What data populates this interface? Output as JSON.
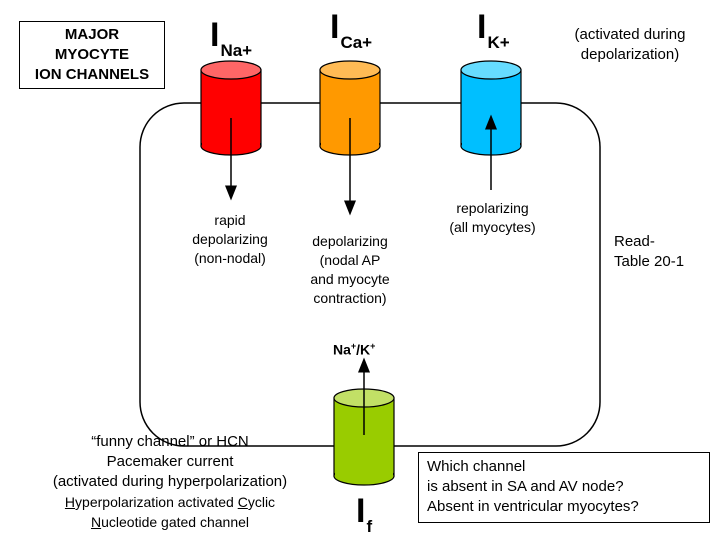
{
  "title_box": {
    "lines": [
      "MAJOR",
      "MYOCYTE",
      "ION CHANNELS"
    ]
  },
  "channels": {
    "na": {
      "label": "I",
      "subscript": "Na+",
      "color": "#ff0000",
      "caption": "rapid\ndepolarizing\n(non-nodal)"
    },
    "ca": {
      "label": "I",
      "subscript": "Ca+",
      "color": "#ff9900",
      "caption": "depolarizing\n(nodal AP\nand myocyte\ncontraction)"
    },
    "k": {
      "label": "I",
      "subscript": "K+",
      "color": "#00bfff",
      "caption": "repolarizing\n(all myocytes)"
    },
    "f": {
      "label": "I",
      "subscript": "f",
      "color": "#99cc00",
      "ion": "Na",
      "ion_sup1": "+",
      "ion_sep": "/K",
      "ion_sup2": "+"
    }
  },
  "activation_note": "(activated during\ndepolarization)",
  "read_note": "Read-\nTable 20-1",
  "funny": {
    "line1": "“funny channel” or HCN",
    "line2": "Pacemaker current",
    "line3": "(activated during hyperpolarization)",
    "line4_parts": [
      "H",
      "yperpolarization activated ",
      "C",
      "yclic"
    ],
    "line5_parts": [
      "N",
      "ucleotide gated channel"
    ]
  },
  "question": "Which channel\nis absent in SA and AV node?\nAbsent in ventricular myocytes?"
}
